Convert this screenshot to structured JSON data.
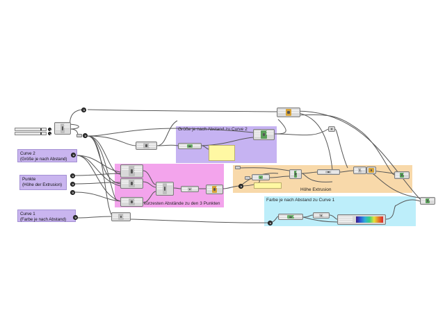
{
  "app": {
    "name": "Grasshopper canvas"
  },
  "colors": {
    "group_purple": "#c6b3f2",
    "group_pink": "#f3a4ec",
    "group_orange": "#f8d9aa",
    "group_cyan": "#bdeefa",
    "param_purple": "#c9b5ef",
    "wire": "#555555",
    "panel_yellow": "#fff8a3"
  },
  "groups": [
    {
      "id": "curve2",
      "title": "Größe je nach Abstand zu Curve 2"
    },
    {
      "id": "punkte",
      "title": "kürzesten Abstände zu den 3 Punkten"
    },
    {
      "id": "extrusion",
      "title": "Höhe Extrusion"
    },
    {
      "id": "curve1",
      "title": "Farbe je nach Abstand zu Curve 1"
    }
  ],
  "params": {
    "curve2": {
      "line1": "Curve 2",
      "line2": "(Größe je nach Abstand)"
    },
    "punkte": {
      "line1": "Punkte",
      "line2": "(Höhe der Extrusion)"
    },
    "curve1": {
      "line1": "Curve 1",
      "line2": "(Farbe je nach Abstand)"
    }
  },
  "icons": {
    "knob": "param-knob-icon",
    "gradient": "gradient-icon",
    "vector": "vector-icon"
  }
}
